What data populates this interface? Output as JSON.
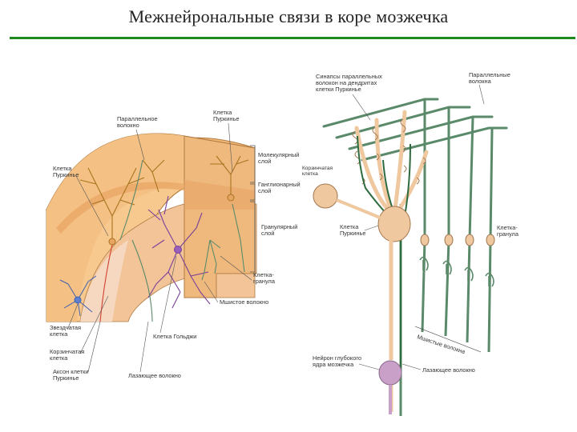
{
  "slide": {
    "title": "Межнейрональные связи в коре мозжечка",
    "accent_color": "#1e8a1e"
  },
  "diagram": {
    "left_labels": {
      "parallel_fiber": [
        "Параллельное",
        "волокно"
      ],
      "purkinje_top": [
        "Клетка",
        "Пуркинье"
      ],
      "purkinje_left": [
        "Клетка",
        "Пуркинье"
      ],
      "molecular_layer": [
        "Молекулярный",
        "слой"
      ],
      "basket_cell_mid": [
        "Корзинчатая",
        "клетка"
      ],
      "ganglion_layer": [
        "Ганглионарный",
        "слой"
      ],
      "granular_layer": [
        "Гранулярный",
        "слой"
      ],
      "granule_cell": [
        "Клетка-",
        "гранула"
      ],
      "mossy_fiber": "Мшистое волокно",
      "stellate_cell": [
        "Звездчатая",
        "клетка"
      ],
      "basket_cell": [
        "Корзинчатая",
        "клетка"
      ],
      "purkinje_axon": [
        "Аксон клетки",
        "Пуркинье"
      ],
      "golgi_cell": "Клетка Гольджи",
      "climbing_fiber": "Лазающее волокно"
    },
    "right_labels": {
      "synapses": [
        "Синапсы параллельных",
        "волокон на дендритах",
        "клетки Пуркинье"
      ],
      "parallel_fibers": [
        "Параллельные",
        "волокна"
      ],
      "basket_cell": [
        "Корзинчатая",
        "клетка"
      ],
      "purkinje_cell": [
        "Клетка",
        "Пуркинье"
      ],
      "granule_cell": [
        "Клетка-",
        "гранула"
      ],
      "mossy_fibers": "Мшистые волокна",
      "deep_nucleus": [
        "Нейрон глубокого",
        "ядра мозжечка"
      ],
      "climbing_fiber": "Лазающее волокно"
    },
    "colors": {
      "tissue": "#f7c98e",
      "tissue_dark": "#e8a463",
      "neuron_tan": "#f0c8a0",
      "fiber_green": "#5a8a6a",
      "dendrite_brown": "#a8741e",
      "golgi_purple": "#7a3f9a",
      "stellate_blue": "#4060b0",
      "nucleus_purple": "#c8a0c8"
    }
  }
}
